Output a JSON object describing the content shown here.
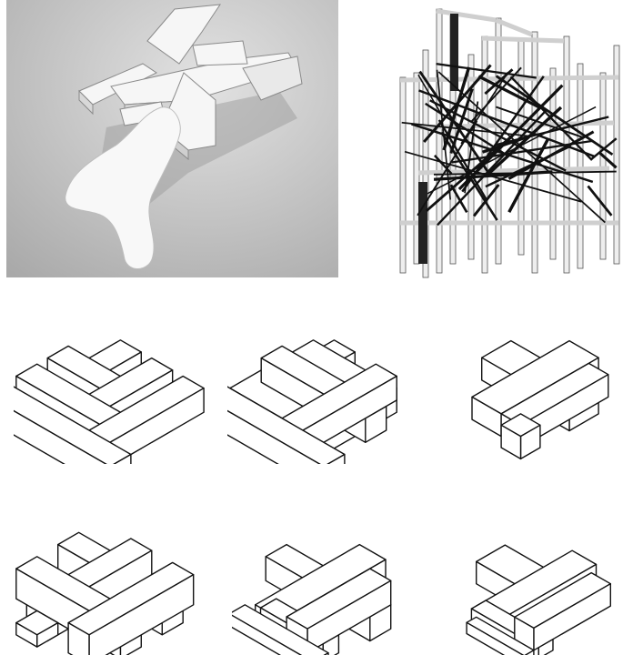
{
  "colors": {
    "background": "#ffffff",
    "photo_background": "#c9c9c9",
    "model": "#f4f4f4",
    "line": "#111111"
  },
  "panels": [
    {
      "kind": "photo",
      "subject": "physical-model"
    },
    {
      "kind": "render",
      "subject": "scaffold-structure"
    },
    {
      "kind": "isometric-diagram"
    },
    {
      "kind": "isometric-diagram"
    },
    {
      "kind": "isometric-diagram"
    },
    {
      "kind": "isometric-diagram"
    },
    {
      "kind": "isometric-diagram"
    },
    {
      "kind": "isometric-diagram"
    }
  ]
}
